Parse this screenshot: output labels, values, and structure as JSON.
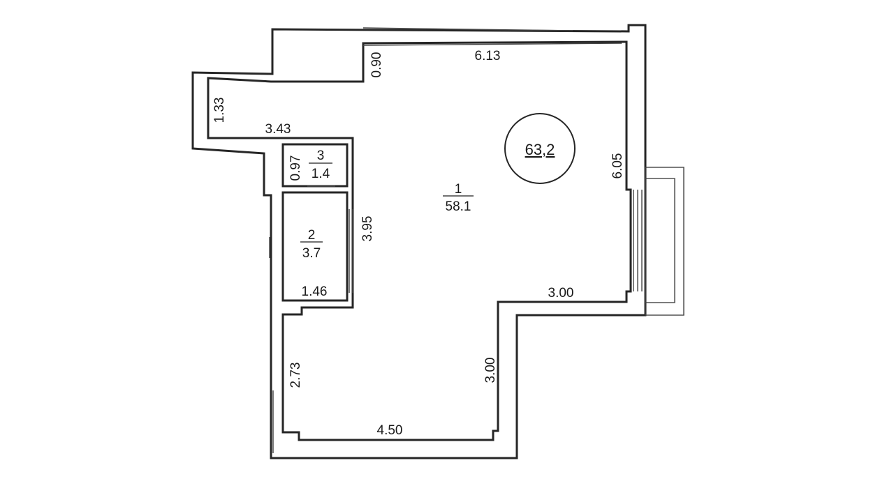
{
  "total_area": "63,2",
  "rooms": [
    {
      "number": "1",
      "area": "58.1"
    },
    {
      "number": "2",
      "area": "3.7"
    },
    {
      "number": "3",
      "area": "1.4"
    }
  ],
  "dimensions": {
    "top_wall": "6.13",
    "top_notch": "0.90",
    "left_notch_height": "1.33",
    "left_notch_width": "3.43",
    "right_wall": "6.05",
    "room3_height": "0.97",
    "room2_side": "3.95",
    "room2_width": "1.46",
    "step_width": "3.00",
    "step_height": "3.00",
    "lower_left_height": "2.73",
    "bottom_wall": "4.50"
  }
}
